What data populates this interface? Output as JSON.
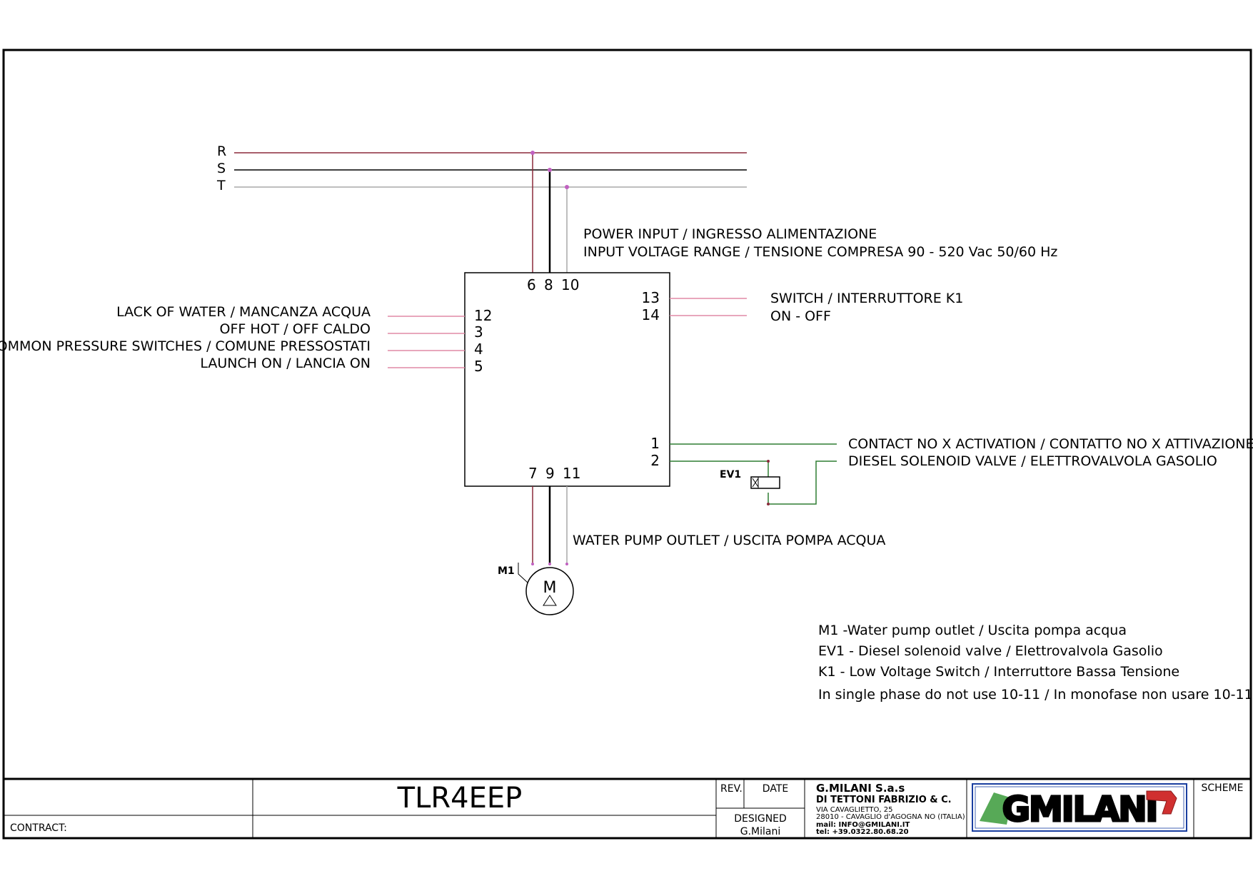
{
  "phases": [
    "R",
    "S",
    "T"
  ],
  "power_input": {
    "line1": "POWER INPUT / INGRESSO ALIMENTAZIONE",
    "line2": "INPUT VOLTAGE RANGE / TENSIONE COMPRESA   90 - 520 Vac 50/60 Hz"
  },
  "controller": {
    "top_terminals": [
      "6",
      "8",
      "10"
    ],
    "bottom_terminals": [
      "7",
      "9",
      "11"
    ],
    "left_terminals": [
      "12",
      "3",
      "4",
      "5"
    ],
    "right_top_terminals": [
      "13",
      "14"
    ],
    "right_bottom_terminals": [
      "1",
      "2"
    ]
  },
  "left_labels": [
    "LACK OF WATER / MANCANZA ACQUA",
    "OFF HOT / OFF CALDO",
    "COMMON PRESSURE SWITCHES / COMUNE PRESSOSTATI",
    "LAUNCH ON / LANCIA ON"
  ],
  "switch_labels": [
    "SWITCH / INTERRUTTORE  K1",
    "ON - OFF"
  ],
  "output_labels": [
    "CONTACT NO X ACTIVATION / CONTATTO  NO X ATTIVAZIONE",
    "DIESEL SOLENOID VALVE / ELETTROVALVOLA GASOLIO"
  ],
  "ev1_label": "EV1",
  "pump_outlet_label": "WATER PUMP OUTLET / USCITA POMPA ACQUA",
  "motor": {
    "tag": "M1",
    "symbol": "M"
  },
  "legend": [
    "M1 -Water pump outlet / Uscita pompa acqua",
    "EV1 - Diesel solenoid valve /  Elettrovalvola Gasolio",
    "K1 - Low Voltage Switch / Interruttore Bassa Tensione",
    "In single phase do not use 10-11 / In monofase non usare 10-11"
  ],
  "title_block": {
    "contract_label": "CONTRACT:",
    "drawing_title": "TLR4EEP",
    "rev_label": "REV.",
    "date_label": "DATE",
    "designed_label": "DESIGNED",
    "designed_by": "G.Milani",
    "company_line1": "G.MILANI S.a.s",
    "company_line2": "DI TETTONI FABRIZIO & C.",
    "address1": "VIA CAVAGLIETTO, 25",
    "address2": "28010 - CAVAGLIO d'AGOGNA NO (ITALIA)",
    "mail": "mail:   INFO@GMILANI.IT",
    "tel": "tel:    +39.0322.80.68.20",
    "logo_text": "GMILANI",
    "scheme_label": "SCHEME"
  },
  "colors": {
    "r_wire": "#8b2a3a",
    "s_wire": "#000000",
    "t_wire": "#a8a8a8",
    "signal_wire": "#e08aa6",
    "output_wire": "#2e7d32",
    "junction": "#c060c0",
    "logo_blue": "#1a3fa0",
    "logo_green": "#3a9a3a",
    "logo_red": "#d03030"
  }
}
